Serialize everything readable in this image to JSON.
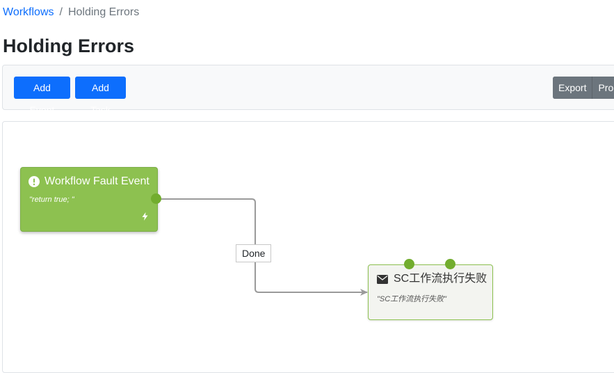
{
  "breadcrumb": {
    "parent": "Workflows",
    "separator": "/",
    "current": "Holding Errors"
  },
  "page_title": "Holding Errors",
  "toolbar": {
    "add_event_label": "Add Event",
    "add_task_label": "Add Task",
    "export_label": "Export",
    "properties_label": "Pro"
  },
  "nodes": {
    "event": {
      "title": "Workflow Fault Event",
      "expression": "\"return true; \"",
      "icon": "exclamation-circle-icon",
      "trigger_icon": "bolt-icon",
      "color": "#8dc150"
    },
    "task": {
      "title": "SC工作流执行失败",
      "expression": "\"SC工作流执行失败\"",
      "icon": "envelope-icon"
    }
  },
  "connection": {
    "label": "Done",
    "endpoint_color": "#72ad2e"
  },
  "colors": {
    "primary": "#0d6efd",
    "secondary": "#6c757d"
  }
}
